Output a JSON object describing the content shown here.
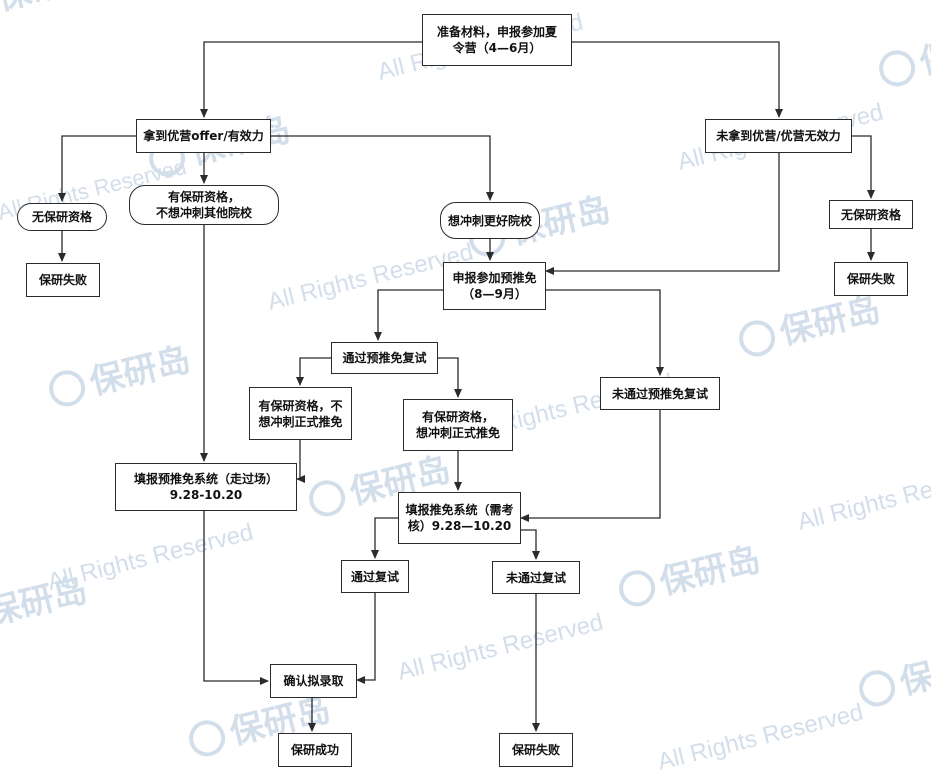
{
  "nodes": {
    "start": {
      "lines": [
        "准备材料，申报参加夏",
        "令营（4—6月）"
      ]
    },
    "got_offer": {
      "lines": [
        "拿到优营offer/有效力"
      ]
    },
    "no_offer": {
      "lines": [
        "未拿到优营/优营无效力"
      ]
    },
    "no_qual_left": {
      "lines": [
        "无保研资格"
      ]
    },
    "fail_left": {
      "lines": [
        "保研失败"
      ]
    },
    "qual_no_sprint": {
      "lines": [
        "有保研资格，",
        "不想冲刺其他院校"
      ]
    },
    "sprint_better": {
      "lines": [
        "想冲刺更好院校"
      ]
    },
    "no_qual_right": {
      "lines": [
        "无保研资格"
      ]
    },
    "fail_right": {
      "lines": [
        "保研失败"
      ]
    },
    "apply_pre": {
      "lines": [
        "申报参加预推免",
        "（8—9月）"
      ]
    },
    "pass_pre": {
      "lines": [
        "通过预推免复试"
      ]
    },
    "fail_pre": {
      "lines": [
        "未通过预推免复试"
      ]
    },
    "qual_no_formal": {
      "lines": [
        "有保研资格，不",
        "想冲刺正式推免"
      ]
    },
    "qual_formal": {
      "lines": [
        "有保研资格，",
        "想冲刺正式推免"
      ]
    },
    "fill_walk": {
      "lines": [
        "填报预推免系统（走过场）",
        "9.28-10.20"
      ]
    },
    "fill_exam": {
      "lines": [
        "填报推免系统（需考",
        "核）9.28—10.20"
      ]
    },
    "pass_retest": {
      "lines": [
        "通过复试"
      ]
    },
    "fail_retest": {
      "lines": [
        "未通过复试"
      ]
    },
    "confirm": {
      "lines": [
        "确认拟录取"
      ]
    },
    "success": {
      "lines": [
        "保研成功"
      ]
    },
    "fail_bottom": {
      "lines": [
        "保研失败"
      ]
    }
  },
  "watermark": {
    "brand": "保研岛",
    "rights": "All Rights Reserved"
  },
  "colors": {
    "line": "#2b2b2b",
    "border": "#2b2b2b",
    "watermark": "#c9d6e6"
  }
}
